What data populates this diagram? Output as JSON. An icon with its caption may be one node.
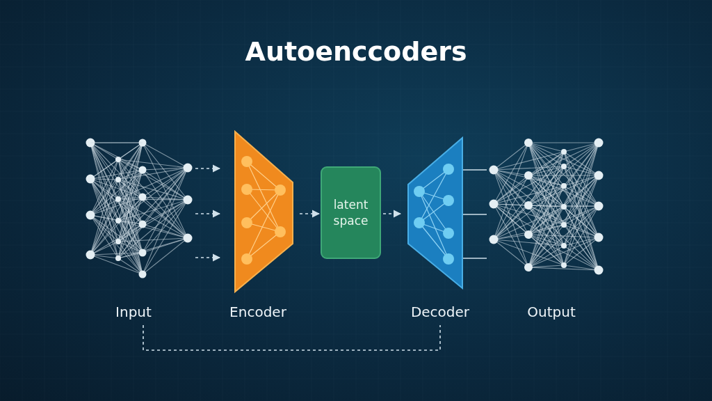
{
  "diagram": {
    "title": "Autoenccoders",
    "nodes": [
      {
        "text": [
          "Input"
        ]
      },
      {
        "text": [
          "Encoder"
        ]
      },
      {
        "text": [
          "latent space"
        ]
      },
      {
        "text": [
          "Decoder"
        ]
      },
      {
        "text": [
          "Output"
        ]
      }
    ],
    "edges": [
      {
        "from": 0,
        "to": 1,
        "arrow": "to",
        "style": "dashed"
      },
      {
        "from": 0,
        "to": 1,
        "arrow": "to",
        "style": "dashed"
      },
      {
        "from": 0,
        "to": 1,
        "arrow": "to",
        "style": "dashed"
      },
      {
        "from": 1,
        "to": 2,
        "arrow": "to",
        "style": "dashed"
      },
      {
        "from": 2,
        "to": 3,
        "arrow": "to",
        "style": "dashed"
      },
      {
        "from": 3,
        "to": 4,
        "arrow": "none"
      },
      {
        "from": 3,
        "to": 4,
        "arrow": "none"
      },
      {
        "from": 3,
        "to": 4,
        "arrow": "none"
      },
      {
        "from": 0,
        "to": 3,
        "arrow": "none",
        "style": "dashed"
      }
    ]
  }
}
